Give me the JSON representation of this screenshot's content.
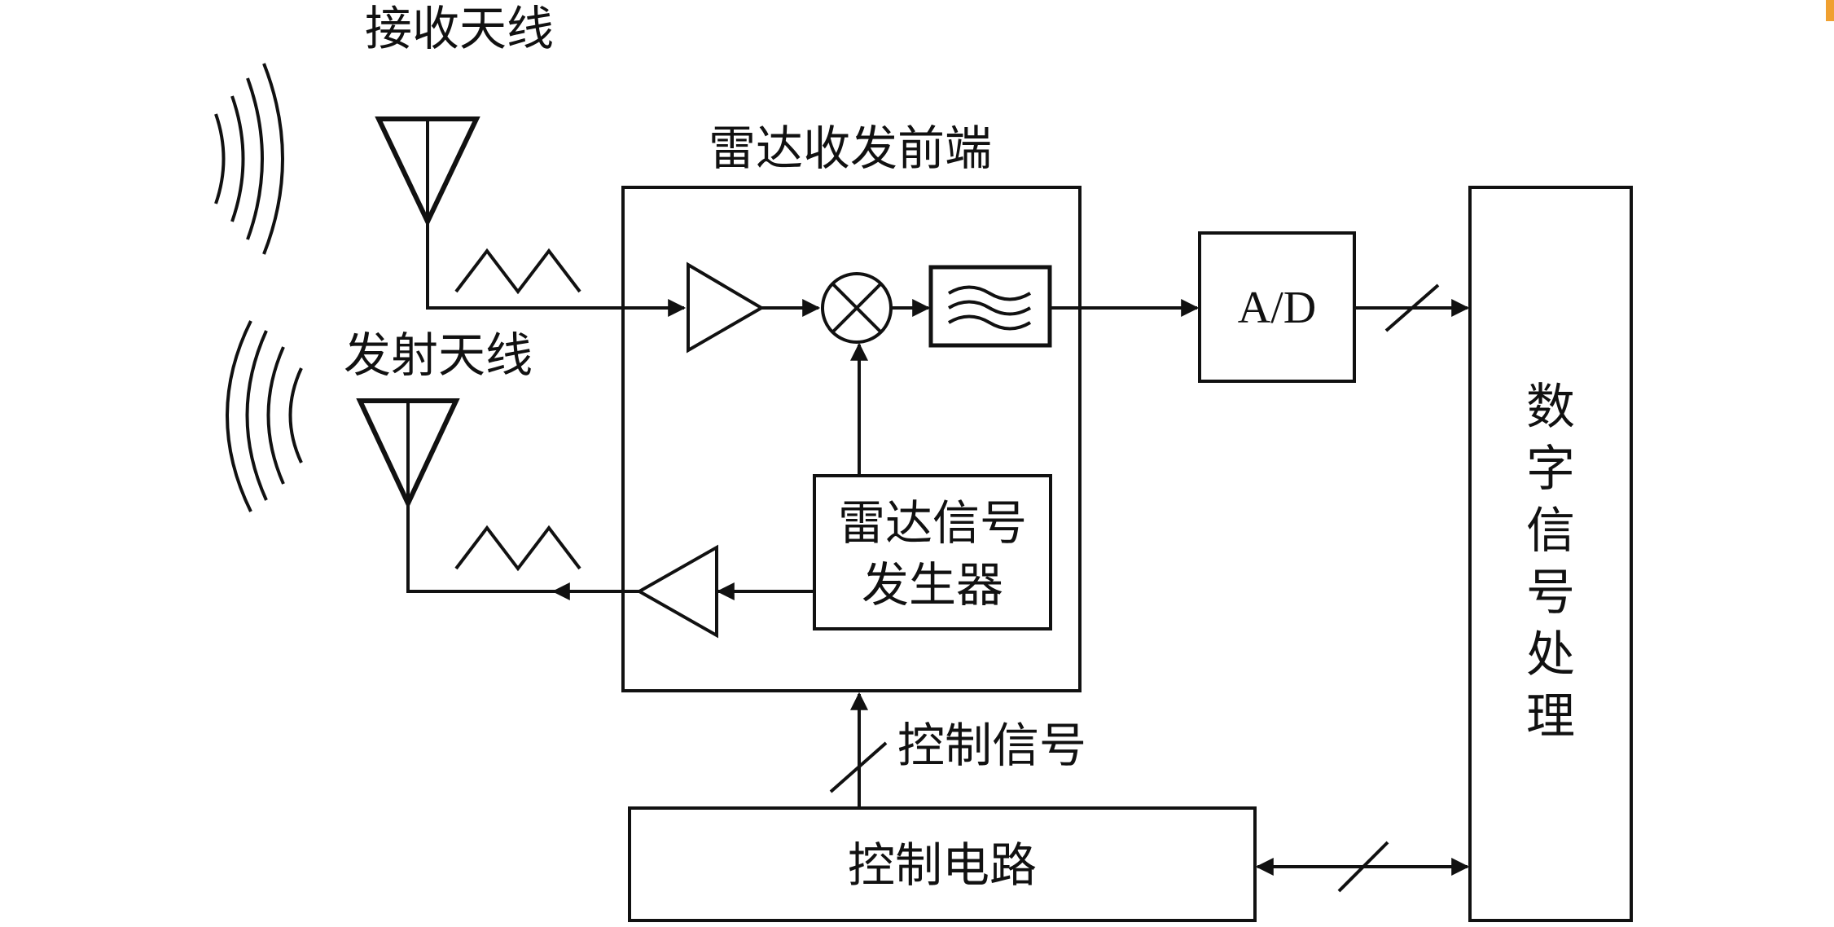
{
  "labels": {
    "rx_antenna": "接收天线",
    "tx_antenna": "发射天线",
    "frontend": "雷达收发前端",
    "signal_gen_line1": "雷达信号",
    "signal_gen_line2": "发生器",
    "adc": "A/D",
    "dsp": "数字信号处理",
    "control_signal": "控制信号",
    "control_circuit": "控制电路"
  },
  "colors": {
    "stroke": "#111111",
    "background": "#ffffff",
    "accent": "#f0a030"
  }
}
